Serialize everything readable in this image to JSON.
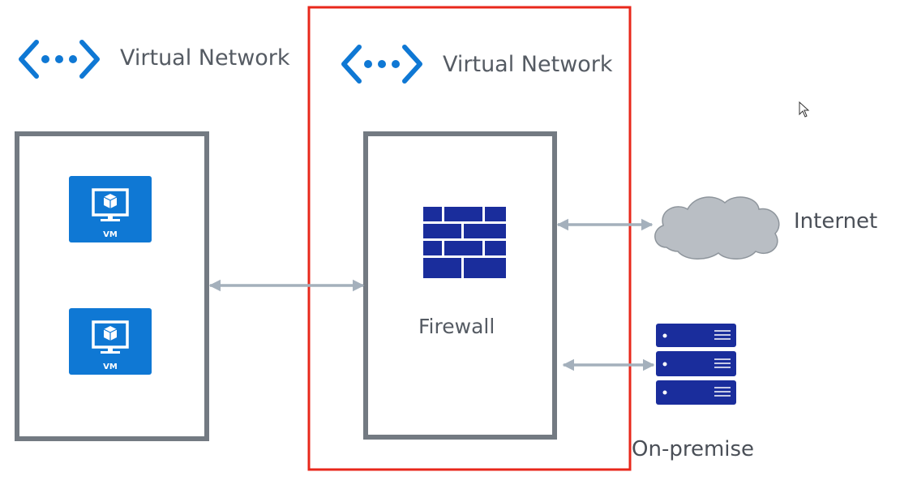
{
  "labels": {
    "vnet_left": "Virtual Network",
    "vnet_right": "Virtual Network",
    "firewall": "Firewall",
    "internet": "Internet",
    "on_premise": "On-premise",
    "vm_1": "VM",
    "vm_2": "VM"
  },
  "colors": {
    "azure_blue": "#0f78d4",
    "navy": "#1a2d9c",
    "box_border": "#737a82",
    "highlight": "#e8271b",
    "arrow": "#a4b0bc",
    "cloud_fill": "#b9bec4",
    "cloud_stroke": "#8e959c"
  },
  "icons": {
    "vnet": "virtual-network-icon",
    "vm": "virtual-machine-icon",
    "firewall": "brick-wall-icon",
    "internet": "cloud-icon",
    "on_premise": "server-rack-icon",
    "cursor": "mouse-cursor-icon"
  }
}
